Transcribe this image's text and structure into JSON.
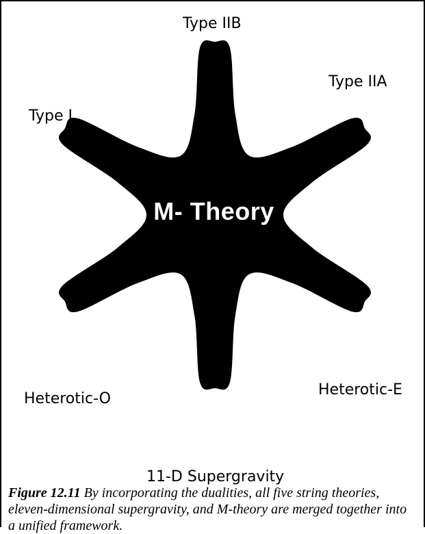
{
  "diagram": {
    "center_label": "M- Theory",
    "labels": {
      "type_iib": "Type IIB",
      "type_iia": "Type IIA",
      "type_i": "Type I",
      "heterotic_o": "Heterotic-O",
      "heterotic_e": "Heterotic-E",
      "supergravity": "11-D Supergravity"
    },
    "star_color": "#000000",
    "center_text_color": "#ffffff"
  },
  "caption": {
    "label": "Figure 12.11",
    "text": " By incorporating the dualities, all five string theories, eleven-dimensional supergravity, and M-theory are merged together into a unified framework."
  }
}
